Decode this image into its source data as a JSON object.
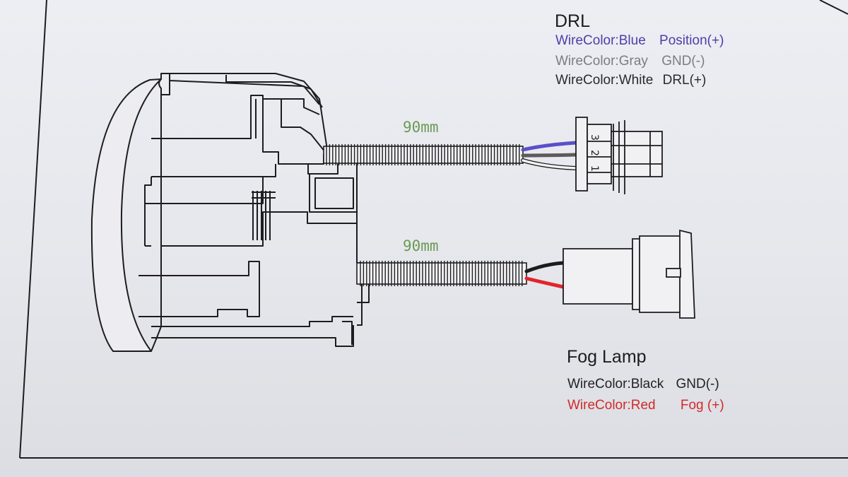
{
  "drl": {
    "title": "DRL",
    "wires": [
      {
        "label": "WireColor:Blue",
        "function": "Position(+)",
        "text_color": "#4a3fa8"
      },
      {
        "label": "WireColor:Gray",
        "function": "GND(-)",
        "text_color": "#7c7c82"
      },
      {
        "label": "WireColor:White",
        "function": "DRL(+)",
        "text_color": "#2a2a2e"
      }
    ],
    "cable_length": "90mm",
    "pins": [
      "3",
      "2",
      "1"
    ]
  },
  "fog": {
    "title": "Fog Lamp",
    "wires": [
      {
        "label": "WireColor:Black",
        "function": "GND(-)",
        "text_color": "#222226"
      },
      {
        "label": "WireColor:Red",
        "function": "Fog (+)",
        "text_color": "#d02a2a"
      }
    ],
    "cable_length": "90mm"
  },
  "colors": {
    "wire_blue": "#5b4fc9",
    "wire_gray": "#5e5a5a",
    "wire_white": "#f4f4f4",
    "wire_black": "#1c1c1c",
    "wire_red": "#e1252a",
    "line": "#1d1d1f"
  }
}
